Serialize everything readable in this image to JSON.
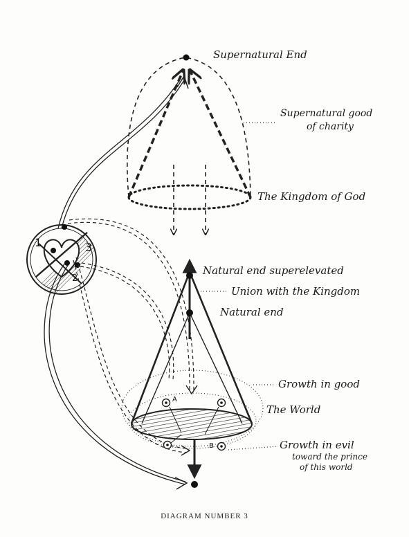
{
  "labels": {
    "supernatural_end": "Supernatural End",
    "supernatural_good_1": "Supernatural good",
    "supernatural_good_2": "of charity",
    "kingdom_of_god": "The Kingdom of God",
    "natural_end_superelevated": "Natural end superelevated",
    "union_with_kingdom": "Union with the Kingdom",
    "natural_end": "Natural end",
    "growth_in_good": "Growth in good",
    "the_world": "The World",
    "growth_in_evil": "Growth in evil",
    "toward_prince_1": "toward the prince",
    "toward_prince_2": "of this world"
  },
  "heart_markers": {
    "one": "1",
    "two": "2",
    "three": "3"
  },
  "points": {
    "a": "A",
    "b": "B"
  },
  "caption": "DIAGRAM NUMBER 3"
}
